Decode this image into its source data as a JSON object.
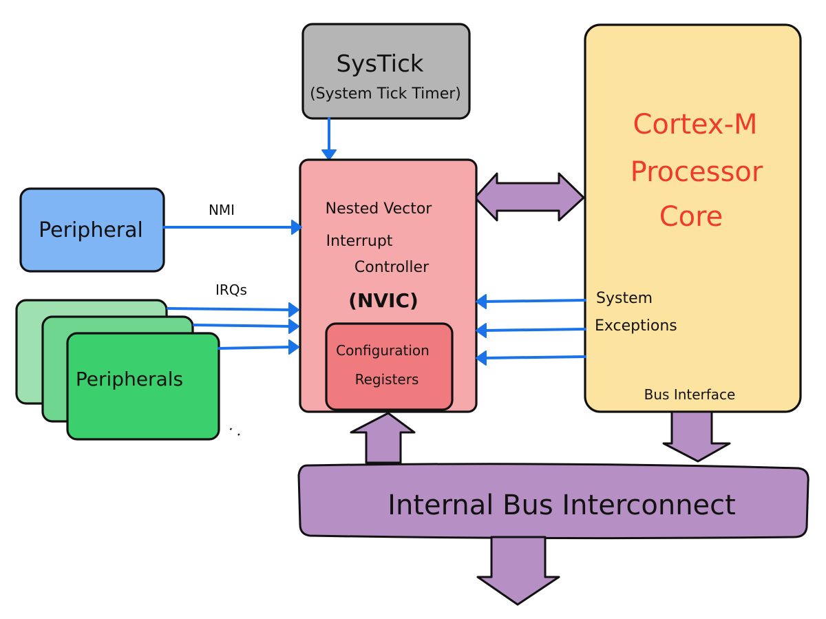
{
  "colors": {
    "systick_fill": "#b5b5b5",
    "nvic_fill": "#f6a9ab",
    "config_fill": "#f07b7e",
    "core_fill": "#fde3a0",
    "peripheral_fill": "#7fb4f5",
    "peripherals_light": "#9fe0b0",
    "peripherals_mid": "#6fd68f",
    "peripherals_dark": "#3ccf6e",
    "bus_fill": "#b690c4",
    "signal_arrow": "#1a73e8",
    "core_title": "#ee3b2a"
  },
  "systick": {
    "line1": "SysTick",
    "line2": "(System Tick Timer)"
  },
  "nvic": {
    "line1": "Nested Vector",
    "line2": "Interrupt",
    "line3": "Controller",
    "line4": "(NVIC)"
  },
  "config": {
    "line1": "Configuration",
    "line2": "Registers"
  },
  "core": {
    "title_line1": "Cortex-M",
    "title_line2": "Processor",
    "title_line3": "Core",
    "exceptions_line1": "System",
    "exceptions_line2": "Exceptions",
    "bus_interface": "Bus Interface"
  },
  "peripheral": {
    "label": "Peripheral"
  },
  "peripherals": {
    "label": "Peripherals",
    "ellipsis": ". ."
  },
  "signals": {
    "nmi": "NMI",
    "irqs": "IRQs"
  },
  "bus": {
    "label": "Internal Bus Interconnect"
  }
}
